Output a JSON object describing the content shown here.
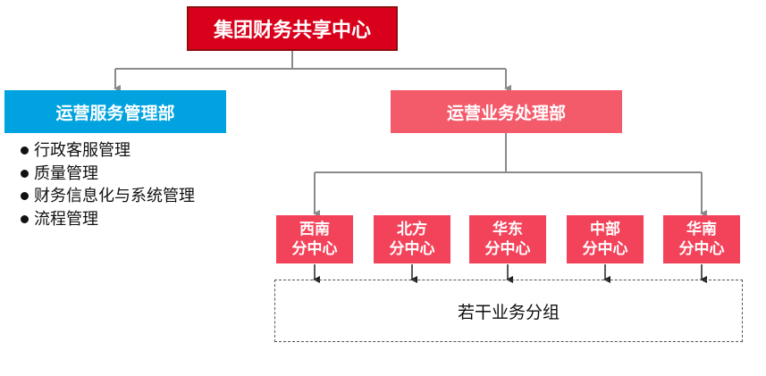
{
  "colors": {
    "root": "#d9001b",
    "left_dept": "#00a3e0",
    "right_dept": "#f35b6b",
    "sub_center": "#f3435a",
    "connector": "#8a8a8a"
  },
  "root": {
    "title": "集团财务共享中心"
  },
  "left_dept": {
    "title": "运营服务管理部",
    "items": [
      "行政客服管理",
      "质量管理",
      "财务信息化与系统管理",
      "流程管理"
    ]
  },
  "right_dept": {
    "title": "运营业务处理部",
    "centers": [
      {
        "line1": "西南",
        "line2": "分中心"
      },
      {
        "line1": "北方",
        "line2": "分中心"
      },
      {
        "line1": "华东",
        "line2": "分中心"
      },
      {
        "line1": "中部",
        "line2": "分中心"
      },
      {
        "line1": "华南",
        "line2": "分中心"
      }
    ]
  },
  "business_groups": {
    "label": "若干业务分组"
  }
}
